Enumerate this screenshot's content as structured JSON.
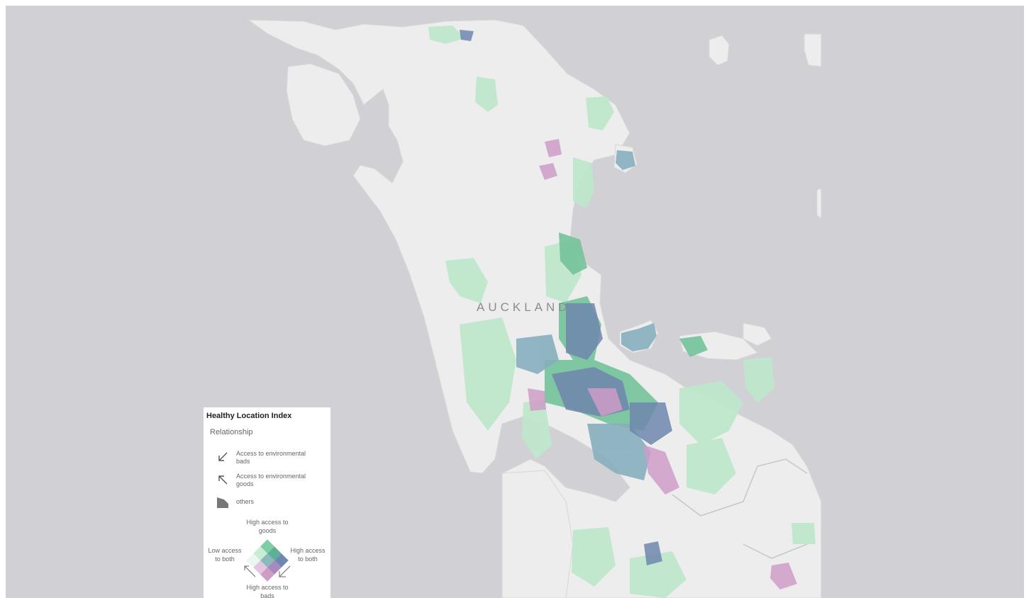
{
  "map": {
    "place_label": "AUCKLAND",
    "colors": {
      "water": "#d1d1d5",
      "land": "#ededed",
      "land_border": "#d7d7d7",
      "low_access_both": "#bfe8cc",
      "high_access_goods": "#74c29a",
      "high_access_both": "#6f86ad",
      "high_access_bads": "#cf9cc8",
      "mid_blend": "#86aebd"
    }
  },
  "legend": {
    "title": "Healthy Location Index",
    "subtitle": "Relationship",
    "items": [
      {
        "icon": "arrow-down-left-icon",
        "label": "Access to environmental bads"
      },
      {
        "icon": "arrow-up-left-icon",
        "label": "Access to environmental goods"
      },
      {
        "icon": "others-shape-icon",
        "label": "others"
      }
    ],
    "diagram": {
      "top": "High access to goods",
      "left": "Low access to both",
      "right": "High access to both",
      "bottom": "High access to bads",
      "grid_colors": [
        [
          "#7fcda4",
          "#5fae97",
          "#6f88b0"
        ],
        [
          "#c9ecd6",
          "#8ab8bc",
          "#a78bbd"
        ],
        [
          "#eaf7ef",
          "#e2c6e0",
          "#cf9cc8"
        ]
      ]
    }
  }
}
